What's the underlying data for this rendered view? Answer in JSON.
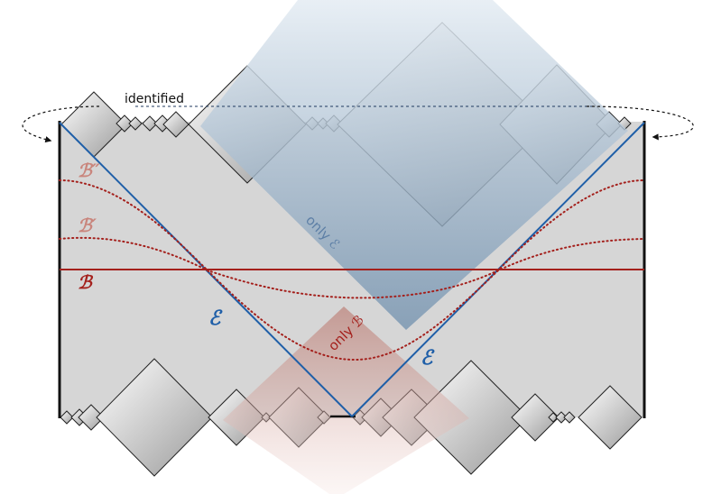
{
  "labels": {
    "identified": "identified",
    "only_e": "only ℰ",
    "only_b": "only ℬ",
    "e_left": "ℰ",
    "e_right": "ℰ",
    "b": "ℬ",
    "b_prime": "ℬ′",
    "b_double_prime": "ℬ″"
  },
  "colors": {
    "e_blue": "#1f5fa8",
    "b_red": "#a4201c",
    "b_faded": "#c9857c",
    "region_gray": "#d6d6d6",
    "wedge_blue": "#9fb6cc",
    "wedge_red": "#c58f86"
  }
}
